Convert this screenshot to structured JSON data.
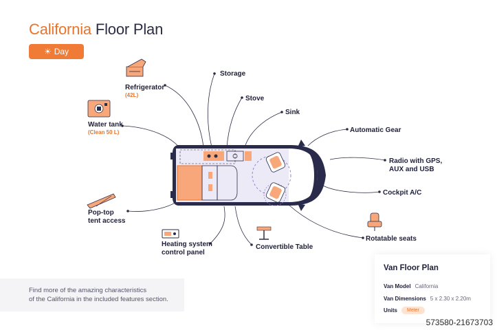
{
  "header": {
    "title_brand": "California",
    "title_rest": "Floor Plan",
    "day_label": "Day"
  },
  "labels": {
    "storage": "Storage",
    "stove": "Stove",
    "sink": "Sink",
    "refrigerator": "Refrigerator",
    "refrigerator_sub": "(42L)",
    "water_tank": "Water tank",
    "water_tank_sub": "(Clean 50 L)",
    "automatic_gear": "Automatic Gear",
    "radio_line1": "Radio with GPS,",
    "radio_line2": "AUX and USB",
    "cockpit": "Cockpit A/C",
    "poptop_line1": "Pop-top",
    "poptop_line2": "tent access",
    "heating_line1": "Heating system",
    "heating_line2": "control panel",
    "table": "Convertible Table",
    "seats": "Rotatable seats"
  },
  "info": {
    "line1": "Find more of the amazing characteristics",
    "line2": "of the California in the included features section."
  },
  "specs": {
    "title": "Van Floor Plan",
    "model_key": "Van Model",
    "model_val": "California",
    "dims_key": "Van Dimensions",
    "dims_val": "5 x 2.30 x 2.20m",
    "units_key": "Units",
    "units_val": "Meter"
  },
  "watermark": "573580-21673703",
  "colors": {
    "accent": "#e8742c",
    "navy": "#1f1f3a",
    "lavender": "#e6e3f5"
  }
}
